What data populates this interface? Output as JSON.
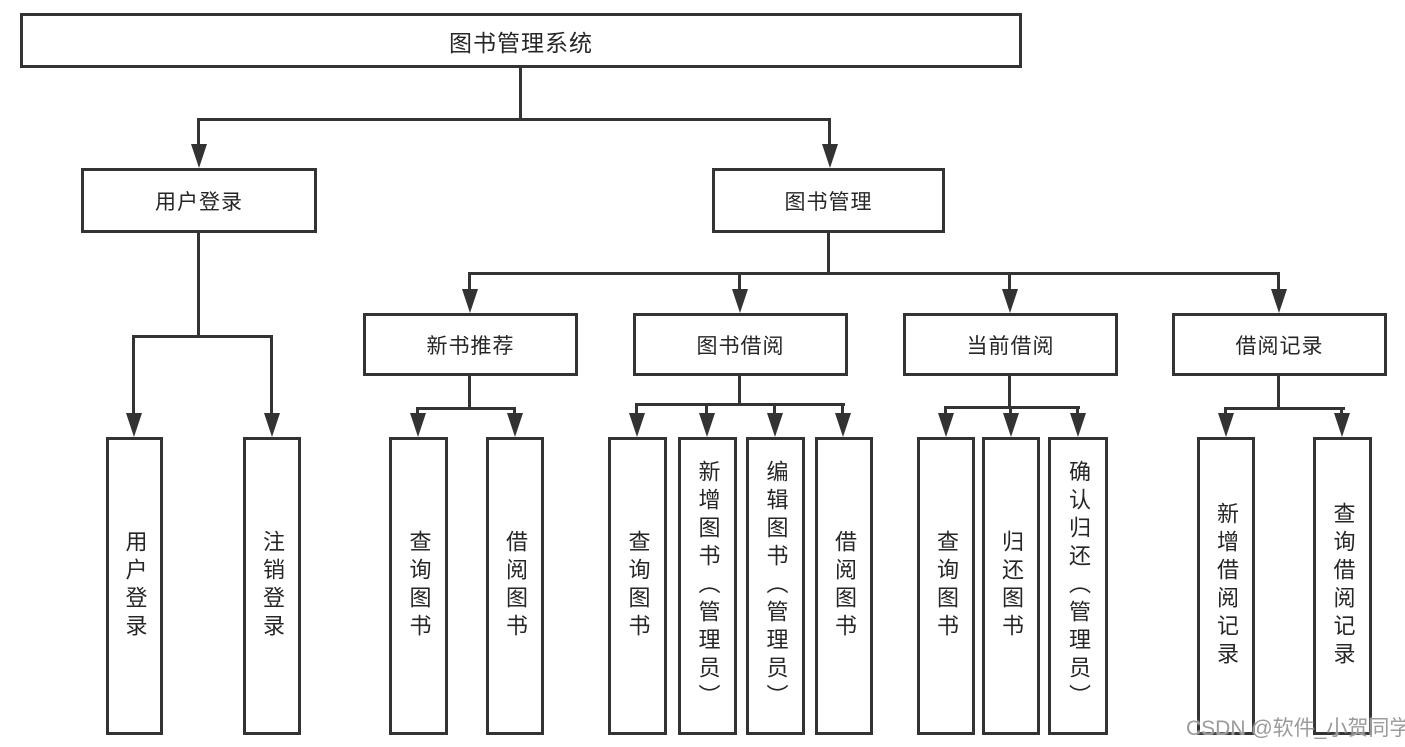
{
  "colors": {
    "line": "#333333",
    "text": "#262626",
    "box_fill": "#ffffff",
    "watermark": "#9b9b9b",
    "background": "#ffffff"
  },
  "watermark": "CSDN @软件_小贺同学",
  "diagram": {
    "root": {
      "label": "图书管理系统"
    },
    "branches": [
      {
        "label": "用户登录",
        "children": [
          {
            "label": "用户登录"
          },
          {
            "label": "注销登录"
          }
        ]
      },
      {
        "label": "图书管理",
        "children": [
          {
            "label": "新书推荐",
            "children": [
              {
                "label": "查询图书"
              },
              {
                "label": "借阅图书"
              }
            ]
          },
          {
            "label": "图书借阅",
            "children": [
              {
                "label": "查询图书"
              },
              {
                "label": "新增图书（管理员）"
              },
              {
                "label": "编辑图书（管理员）"
              },
              {
                "label": "借阅图书"
              }
            ]
          },
          {
            "label": "当前借阅",
            "children": [
              {
                "label": "查询图书"
              },
              {
                "label": "归还图书"
              },
              {
                "label": "确认归还（管理员）"
              }
            ]
          },
          {
            "label": "借阅记录",
            "children": [
              {
                "label": "新增借阅记录"
              },
              {
                "label": "查询借阅记录"
              }
            ]
          }
        ]
      }
    ]
  }
}
